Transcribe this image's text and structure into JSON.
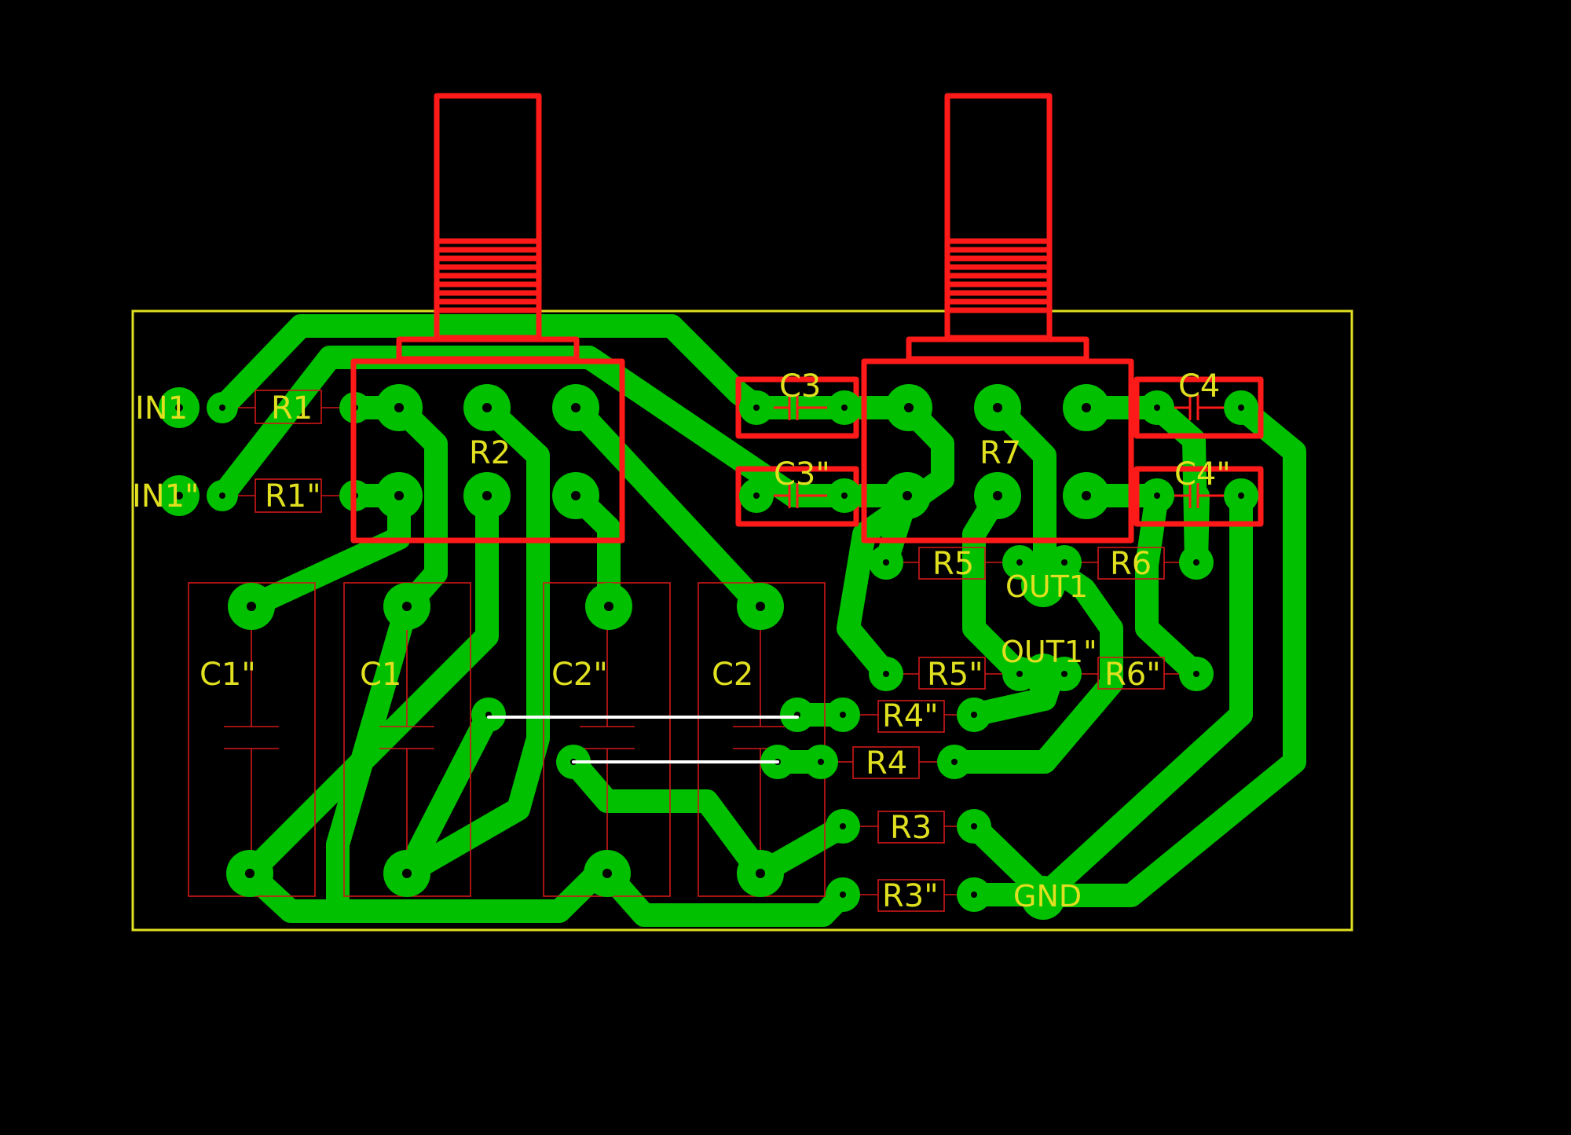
{
  "colors": {
    "background": "#000000",
    "copper": "#00C000",
    "component": "#FF1A1A",
    "silkscreen": "#E0E020",
    "outline": "#E0E020",
    "wire": "#FFFFFF"
  },
  "labels": {
    "in1": "IN1",
    "in1b": "IN1\"",
    "r1": "R1",
    "r1b": "R1\"",
    "r2": "R2",
    "r7": "R7",
    "c3": "C3",
    "c3b": "C3\"",
    "c4": "C4",
    "c4b": "C4\"",
    "r5": "R5",
    "r5b": "R5\"",
    "r6": "R6",
    "r6b": "R6\"",
    "out1": "OUT1",
    "out1b": "OUT1\"",
    "c1b": "C1\"",
    "c1": "C1",
    "c2b": "C2\"",
    "c2": "C2",
    "r4b": "R4\"",
    "r4": "R4",
    "r3": "R3",
    "r3b": "R3\"",
    "gnd": "GND"
  }
}
